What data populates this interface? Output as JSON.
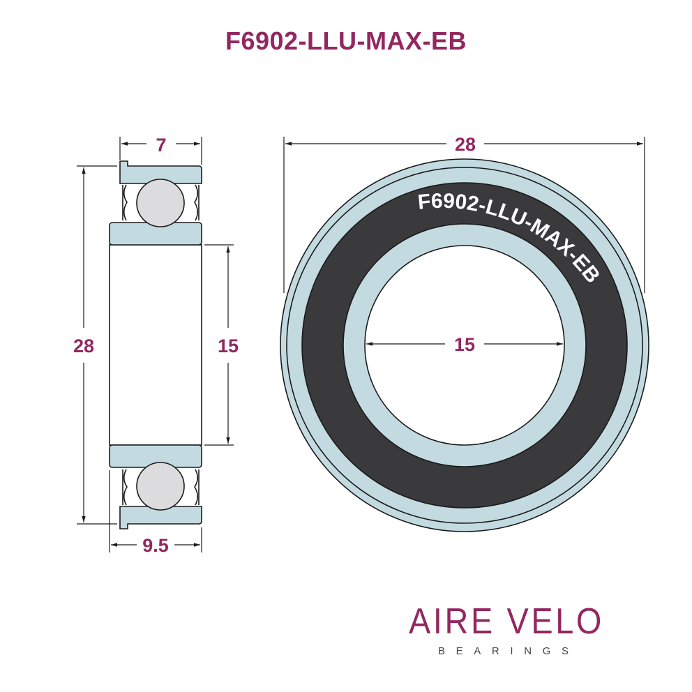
{
  "title": "F6902-LLU-MAX-EB",
  "colors": {
    "accent": "#93275f",
    "ring": "#c3dbe0",
    "seal": "#3a393c",
    "ball": "#dcdcde",
    "line": "#1a1a1a"
  },
  "side_view": {
    "dim_width": "7",
    "dim_outer": "28",
    "dim_bore": "15",
    "dim_flange": "9.5"
  },
  "front_view": {
    "dim_outer": "28",
    "dim_bore": "15",
    "ring_text": "F6902-LLU-MAX-EB"
  },
  "brand": {
    "name": "AIRE VELO",
    "tagline": "BEARINGS"
  }
}
